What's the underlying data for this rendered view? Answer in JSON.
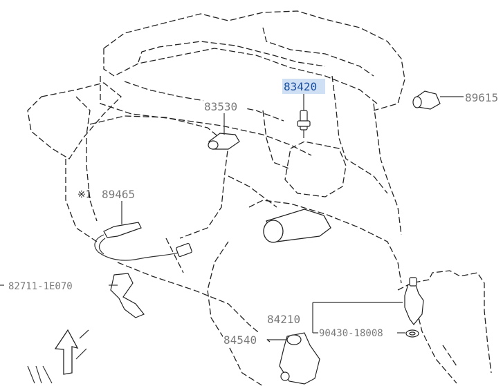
{
  "labels": {
    "p83420": "83420",
    "p83530": "83530",
    "p89615": "89615",
    "p89465": "89465",
    "p89465_mark": "※1",
    "p82711": "82711-1E070",
    "p84210": "84210",
    "p90430": "90430-18008",
    "p84540": "84540"
  },
  "colors": {
    "highlight_box": "#cfe0f5",
    "highlight_text": "#1a4fa0",
    "label_text": "#7a7a7a"
  }
}
